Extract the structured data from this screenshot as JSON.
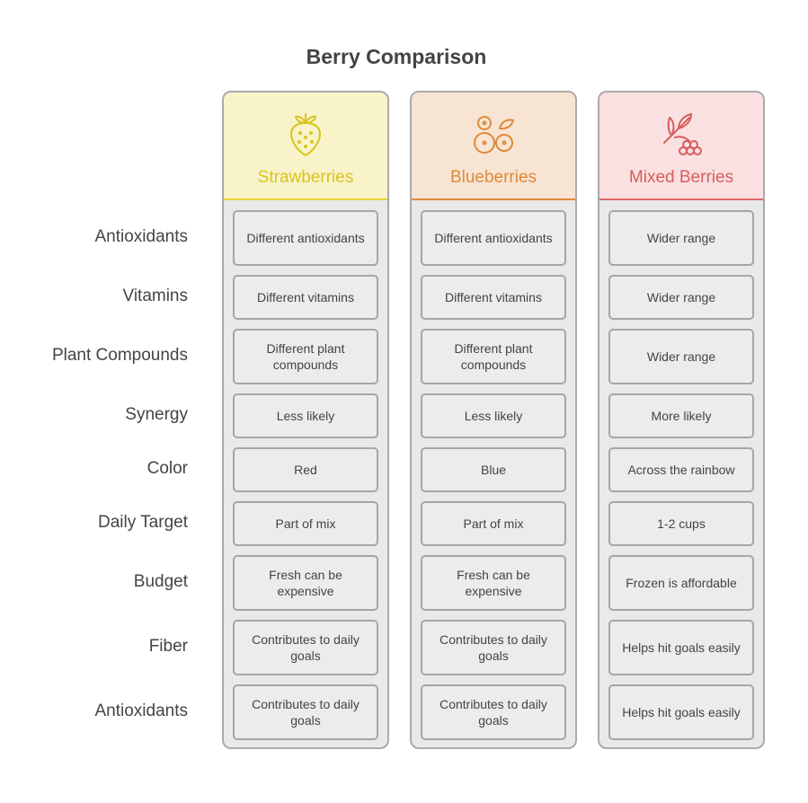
{
  "title": "Berry Comparison",
  "colors": {
    "strawberry_stroke": "#e6d233",
    "strawberry_fill": "#f8f3c8",
    "strawberry_text": "#d9c41f",
    "blueberry_stroke": "#e08a3c",
    "blueberry_fill": "#f8e4d2",
    "blueberry_text": "#dc8a3c",
    "mixed_stroke": "#df6a6a",
    "mixed_fill": "#fae0e0",
    "mixed_text": "#d65e5e",
    "cell_border": "#a6a6a6",
    "cell_fill": "#ececec"
  },
  "row_labels": [
    "Antioxidants",
    "Vitamins",
    "Plant Compounds",
    "Synergy",
    "Color",
    "Daily Target",
    "Budget",
    "Fiber",
    "Antioxidants"
  ],
  "columns": [
    {
      "name": "Strawberries",
      "icon": "strawberry-icon",
      "cells": [
        "Different antioxidants",
        "Different vitamins",
        "Different plant compounds",
        "Less likely",
        "Red",
        "Part of mix",
        "Fresh can be expensive",
        "Contributes to daily goals",
        "Contributes to daily goals"
      ]
    },
    {
      "name": "Blueberries",
      "icon": "blueberries-icon",
      "cells": [
        "Different antioxidants",
        "Different vitamins",
        "Different plant compounds",
        "Less likely",
        "Blue",
        "Part of mix",
        "Fresh can be expensive",
        "Contributes to daily goals",
        "Contributes to daily goals"
      ]
    },
    {
      "name": "Mixed Berries",
      "icon": "mixed-berries-icon",
      "cells": [
        "Wider range",
        "Wider range",
        "Wider range",
        "More likely",
        "Across the rainbow",
        "1-2 cups",
        "Frozen is affordable",
        "Helps hit goals easily",
        "Helps hit goals easily"
      ]
    }
  ]
}
